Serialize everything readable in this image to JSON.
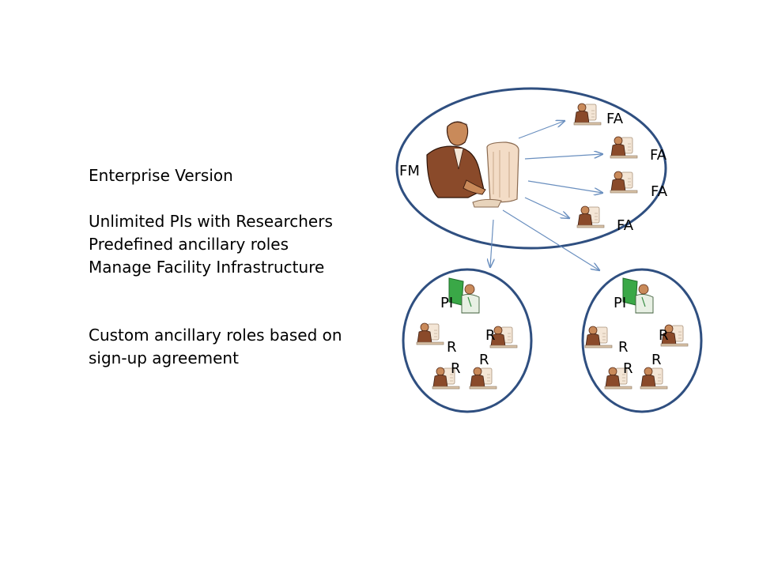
{
  "text": {
    "heading": "Enterprise Version",
    "features": [
      "Unlimited PIs with Researchers",
      "Predefined ancillary roles",
      "Manage Facility Infrastructure"
    ],
    "custom_line1": "Custom ancillary roles based on",
    "custom_line2": "sign-up agreement"
  },
  "diagram": {
    "facility_manager_label": "FM",
    "facility_admin_labels": [
      "FA",
      "FA",
      "FA",
      "FA"
    ],
    "pi_group_left": {
      "pi_label": "PI",
      "researcher_labels": [
        "R",
        "R",
        "R",
        "R"
      ]
    },
    "pi_group_right": {
      "pi_label": "PI",
      "researcher_labels": [
        "R",
        "R",
        "R",
        "R"
      ]
    }
  },
  "colors": {
    "ellipse_stroke": "#2f4f80",
    "arrow": "#6a8fbf",
    "figure_skin": "#c98a5a",
    "figure_suit": "#8a4a2a",
    "pi_screen": "#3aa847"
  }
}
